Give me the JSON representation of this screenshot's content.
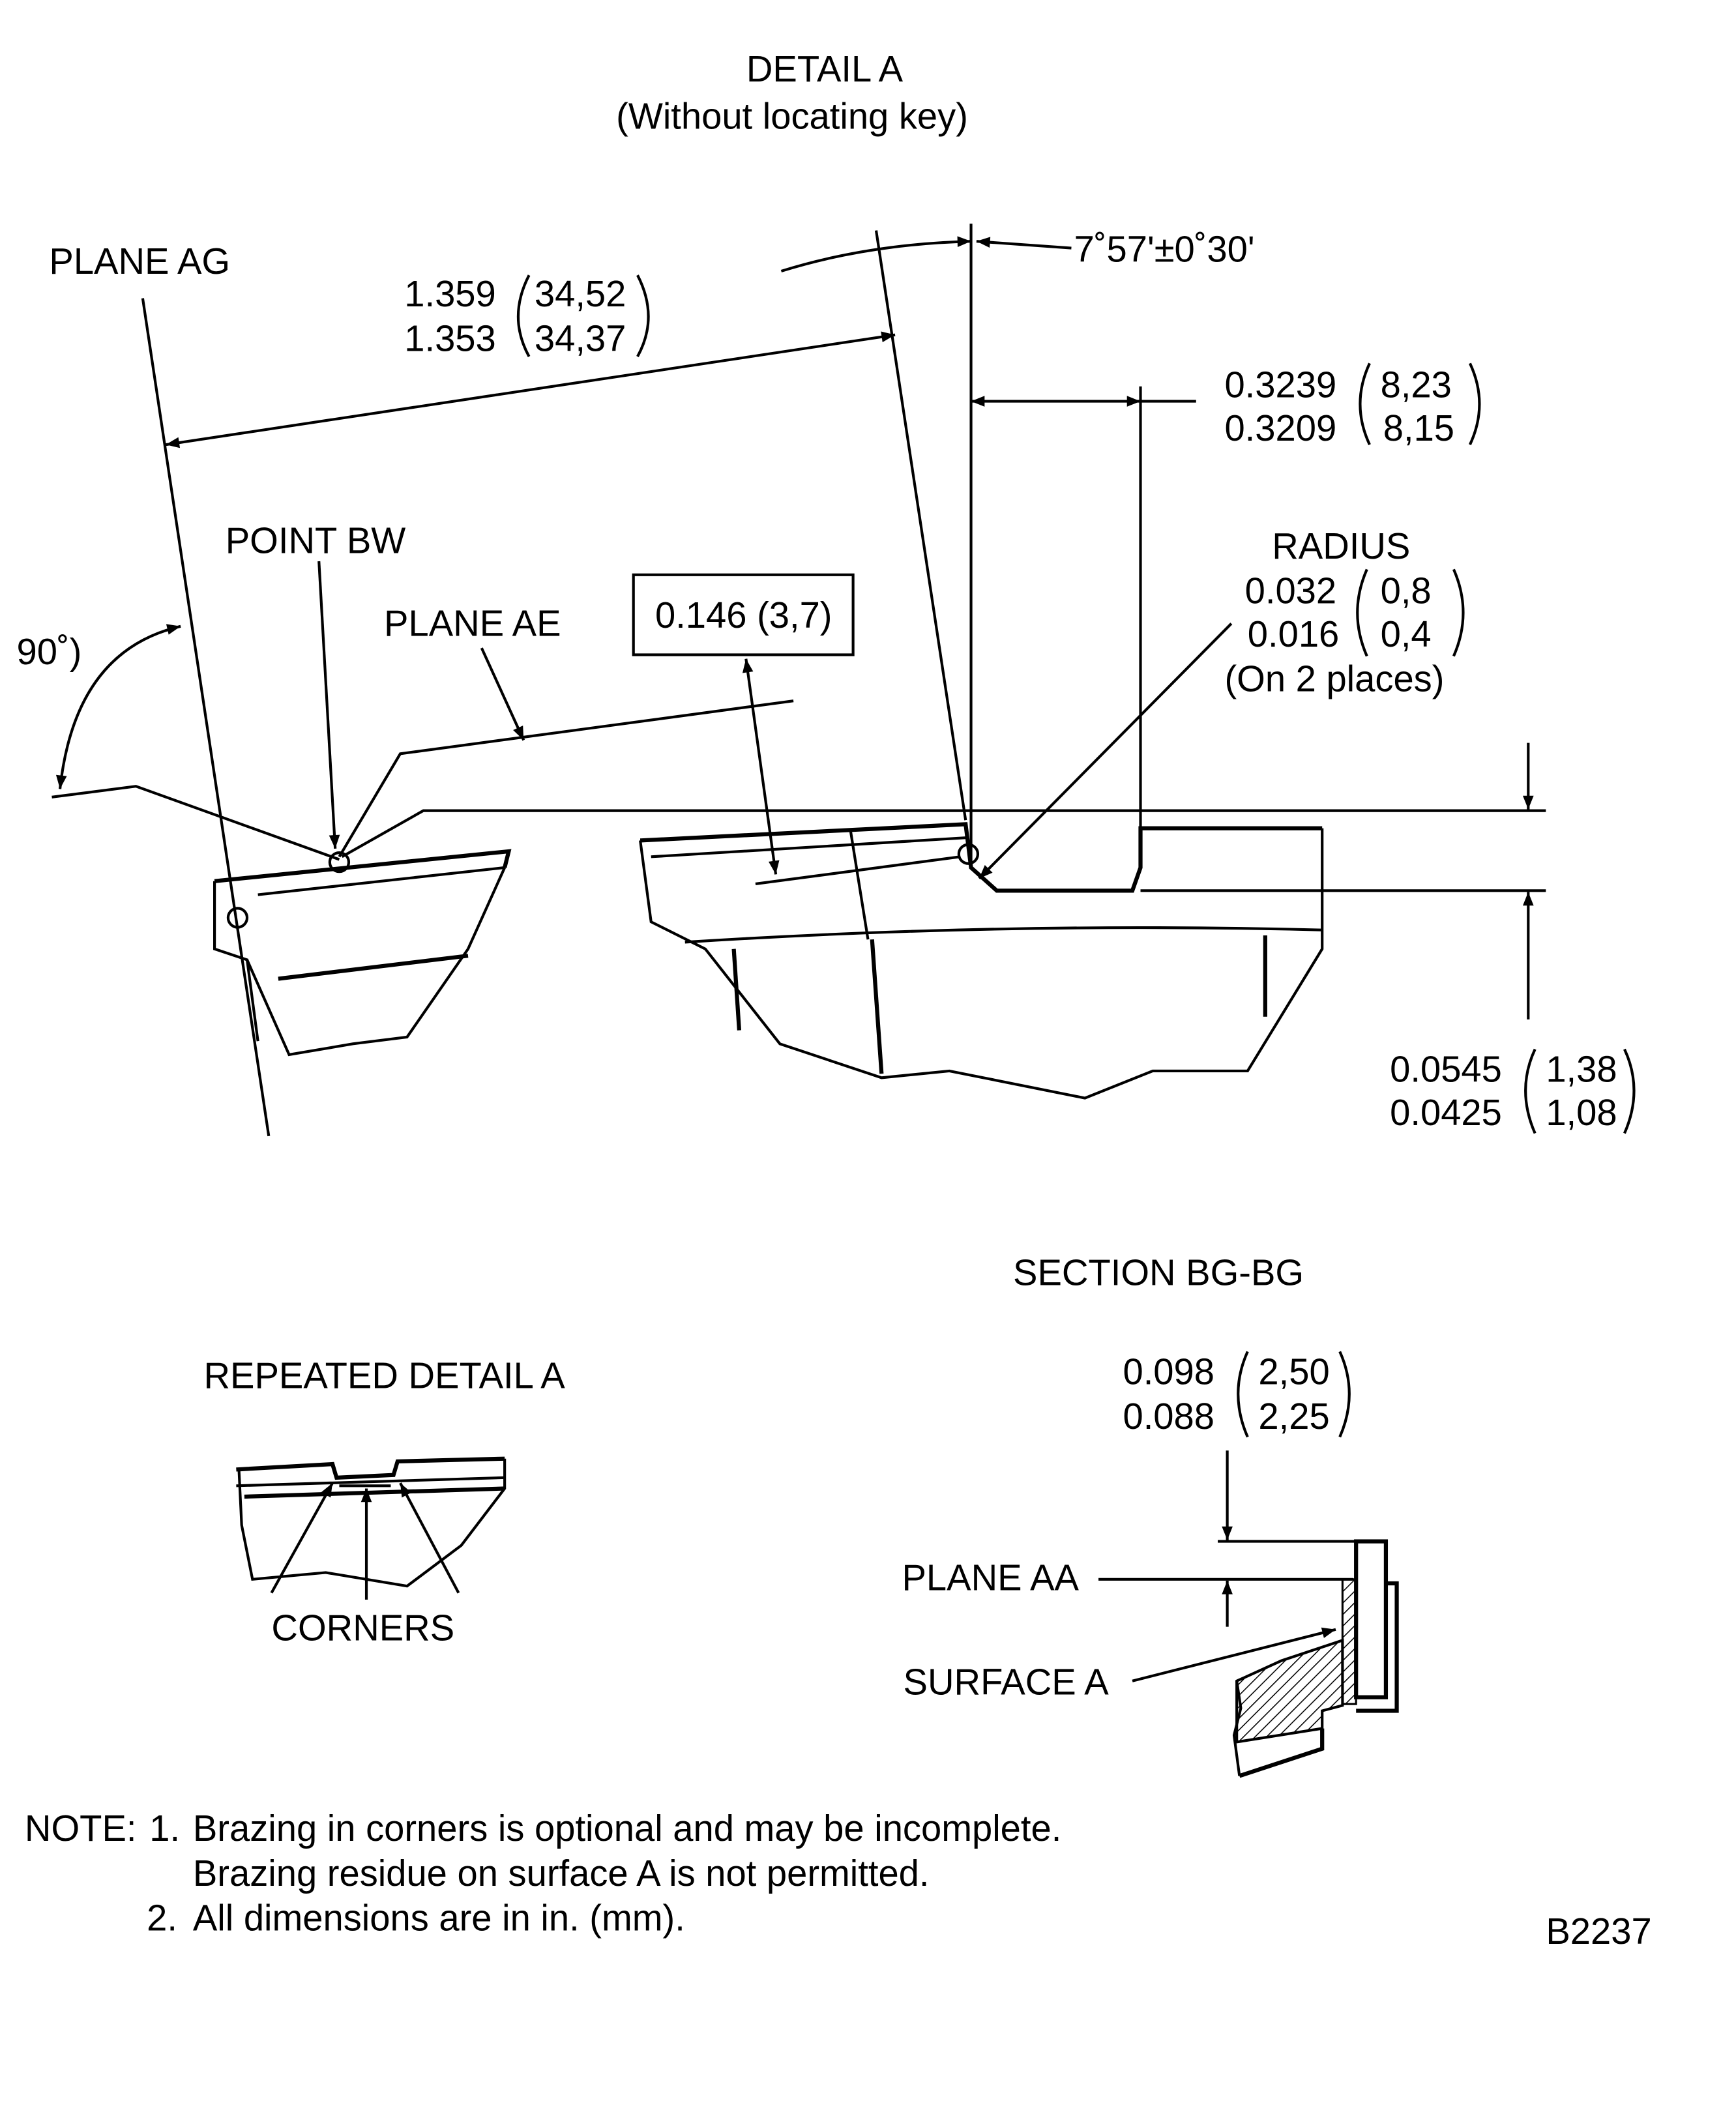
{
  "title": "DETAIL A",
  "subtitle": "(Without locating key)",
  "labels": {
    "plane_ag": "PLANE AG",
    "point_bw": "POINT BW",
    "plane_ae": "PLANE AE",
    "angle_90": "90˚)",
    "angle_tol": "7˚57'±0˚30'",
    "boxed_dim": "0.146 (3,7)",
    "radius": "RADIUS",
    "radius_note": "(On 2 places)",
    "repeated_detail": "REPEATED DETAIL A",
    "corners": "CORNERS",
    "section": "SECTION BG-BG",
    "plane_aa": "PLANE AA",
    "surface_a": "SURFACE A",
    "figure_id": "B2237"
  },
  "dims": {
    "d1": {
      "in_max": "1.359",
      "in_min": "1.353",
      "mm_max": "34,52",
      "mm_min": "34,37"
    },
    "d2": {
      "in_max": "0.3239",
      "in_min": "0.3209",
      "mm_max": "8,23",
      "mm_min": "8,15"
    },
    "radius": {
      "in_max": "0.032",
      "in_min": "0.016",
      "mm_max": "0,8",
      "mm_min": "0,4"
    },
    "d3": {
      "in_max": "0.0545",
      "in_min": "0.0425",
      "mm_max": "1,38",
      "mm_min": "1,08"
    },
    "d4": {
      "in_max": "0.098",
      "in_min": "0.088",
      "mm_max": "2,50",
      "mm_min": "2,25"
    }
  },
  "notes": {
    "prefix": "NOTE:",
    "n1_num": "1.",
    "n1_line1": "Brazing in corners is optional and may be incomplete.",
    "n1_line2": "Brazing residue on surface A is not permitted.",
    "n2_num": "2.",
    "n2": "All dimensions are in in. (mm)."
  }
}
